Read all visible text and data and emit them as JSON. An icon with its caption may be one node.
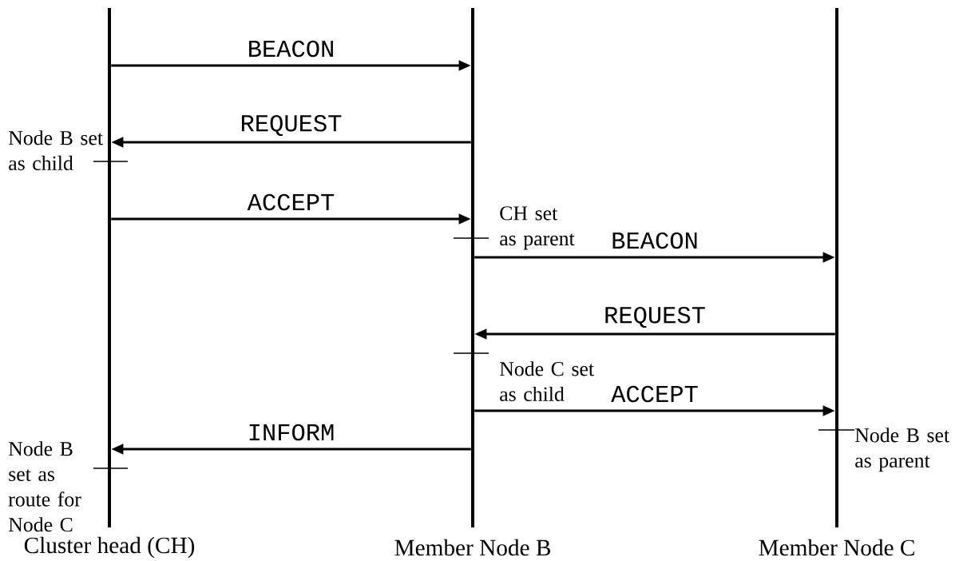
{
  "diagram": {
    "nodes": [
      {
        "text": [
          "Cluster head (CH)"
        ]
      },
      {
        "text": [
          "Member Node B"
        ]
      },
      {
        "text": [
          "Member Node C"
        ]
      }
    ],
    "edges": [
      {
        "from": 0,
        "to": 1,
        "arrow": "to",
        "label": "BEACON"
      },
      {
        "from": 1,
        "to": 0,
        "arrow": "to",
        "label": "REQUEST"
      },
      {
        "from": 0,
        "to": 1,
        "arrow": "to",
        "label": "ACCEPT"
      },
      {
        "from": 1,
        "to": 2,
        "arrow": "to",
        "label": "BEACON"
      },
      {
        "from": 2,
        "to": 1,
        "arrow": "to",
        "label": "REQUEST"
      },
      {
        "from": 1,
        "to": 2,
        "arrow": "to",
        "label": "ACCEPT"
      },
      {
        "from": 1,
        "to": 0,
        "arrow": "to",
        "label": "INFORM"
      }
    ],
    "labels": [
      "Node B set as child",
      "CH set as parent",
      "Node C set as child",
      "Node B set as parent",
      "Node B set as route for Node C"
    ]
  }
}
